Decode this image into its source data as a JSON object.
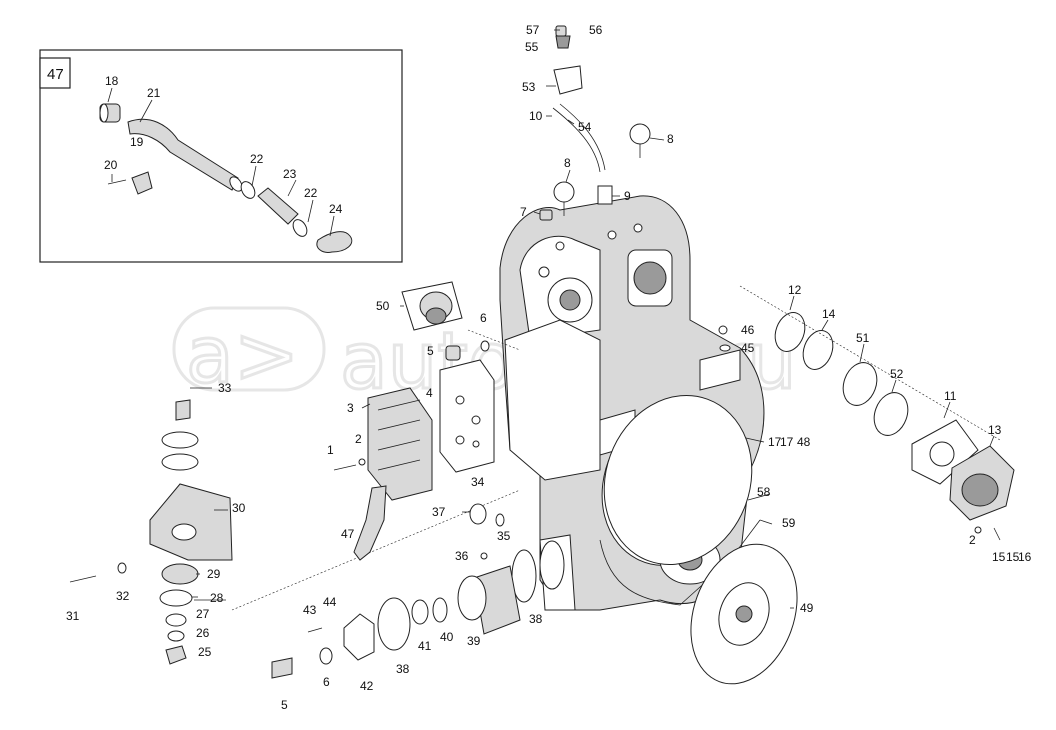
{
  "watermark": {
    "text": "autopiter.ru"
  },
  "inset": {
    "number": "47"
  },
  "callouts": [
    "1",
    "2",
    "2",
    "3",
    "4",
    "5",
    "5",
    "6",
    "6",
    "7",
    "8",
    "8",
    "9",
    "10",
    "11",
    "12",
    "13",
    "14",
    "15",
    "16",
    "17",
    "18",
    "19",
    "20",
    "21",
    "22",
    "22",
    "23",
    "24",
    "25",
    "26",
    "27",
    "28",
    "29",
    "30",
    "31",
    "32",
    "33",
    "34",
    "35",
    "36",
    "37",
    "38",
    "38",
    "39",
    "40",
    "41",
    "42",
    "43",
    "44",
    "45",
    "46",
    "47",
    "48",
    "49",
    "50",
    "51",
    "52",
    "53",
    "54",
    "55",
    "56",
    "57",
    "58",
    "59"
  ]
}
